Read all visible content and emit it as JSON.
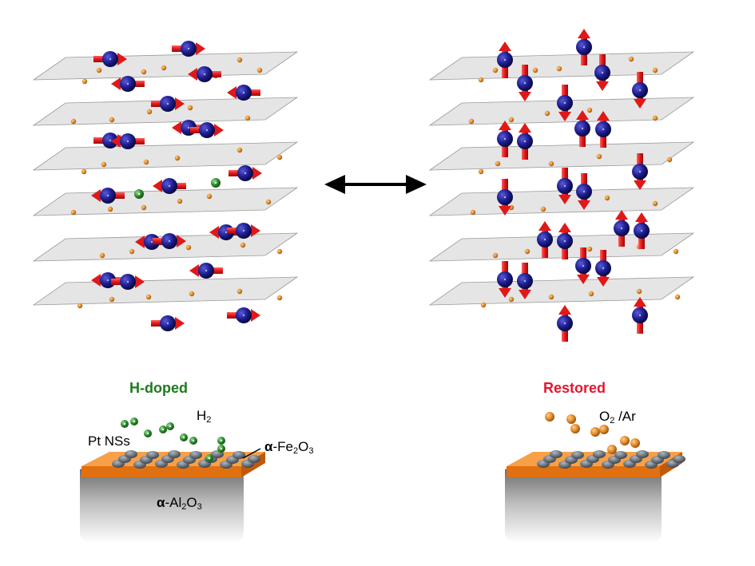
{
  "panels": {
    "left": {
      "title": "H-doped",
      "title_color": "#1e7a1e"
    },
    "right": {
      "title": "Restored",
      "title_color": "#e4162f"
    }
  },
  "labels": {
    "pt_nss": "Pt NSs",
    "h2_main": "H",
    "h2_sub": "2",
    "fe2o3_alpha": "α",
    "fe2o3_main": "-Fe",
    "fe2o3_sub1": "2",
    "fe2o3_mid": "O",
    "fe2o3_sub2": "3",
    "al2o3_alpha": "α",
    "al2o3_main": "-Al",
    "al2o3_sub1": "2",
    "al2o3_mid": "O",
    "al2o3_sub2": "3",
    "o2_main": "O",
    "o2_sub": "2",
    "o2_rest": " /Ar"
  },
  "colors": {
    "plane": "#dcdcdc",
    "fe_atom": "#1c1c8c",
    "o_atom": "#e08a28",
    "h_atom": "#2e8b2e",
    "spin_arrow": "#e01818",
    "film": "#f08018",
    "substrate": "#bdbdbd",
    "pt_particle": "#5a6470"
  },
  "icons": {
    "switch": "double-arrow-icon",
    "spin": "spin-arrow-icon"
  }
}
